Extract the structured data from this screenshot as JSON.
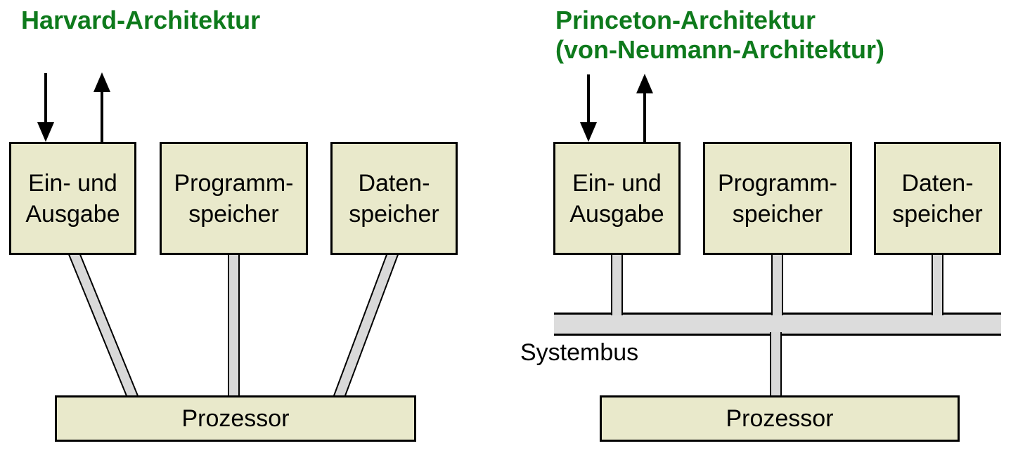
{
  "colors": {
    "title_green": "#0e7a1c",
    "box_fill": "#e9e9cb",
    "connector_fill": "#d9d9d9",
    "bus_fill": "#dcdcdc",
    "outline": "#000000",
    "page_bg": "#ffffff"
  },
  "icons": {
    "input_arrow": "arrow-down",
    "output_arrow": "arrow-up"
  },
  "diagrams": [
    {
      "id": "harvard",
      "title": "Harvard-Architektur",
      "title_line2": "",
      "boxes": [
        {
          "line1": "Ein- und",
          "line2": "Ausgabe"
        },
        {
          "line1": "Programm-",
          "line2": "speicher"
        },
        {
          "line1": "Daten-",
          "line2": "speicher"
        }
      ],
      "processor": "Prozessor"
    },
    {
      "id": "princeton",
      "title": "Princeton-Architektur",
      "title_line2": "(von-Neumann-Architektur)",
      "boxes": [
        {
          "line1": "Ein- und",
          "line2": "Ausgabe"
        },
        {
          "line1": "Programm-",
          "line2": "speicher"
        },
        {
          "line1": "Daten-",
          "line2": "speicher"
        }
      ],
      "processor": "Prozessor",
      "bus_label": "Systembus"
    }
  ]
}
